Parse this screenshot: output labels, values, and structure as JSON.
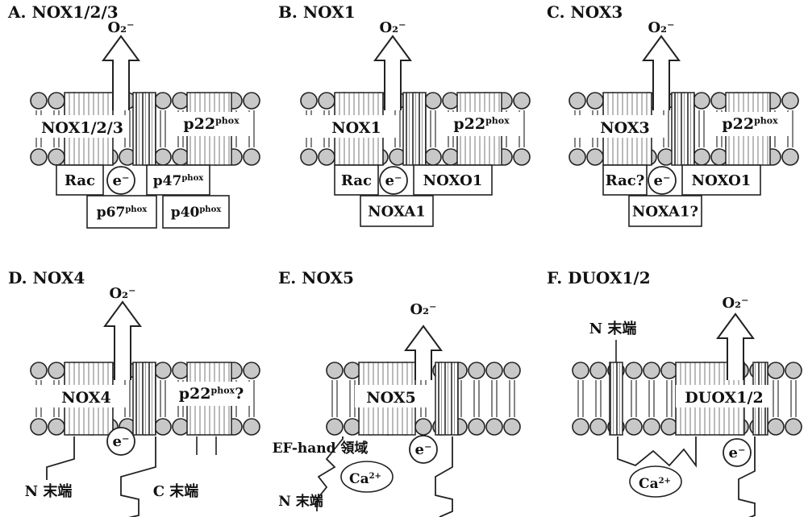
{
  "panels": [
    {
      "title": "A. NOX1/2/3",
      "product": "O₂⁻",
      "enzyme": "NOX1/2/3",
      "partner": "p22",
      "partner_sup": "phox",
      "partner_suffix": "",
      "boxes": {
        "rac": "Rac",
        "electron": "e⁻",
        "p47": "p47",
        "p47_sup": "phox",
        "p67": "p67",
        "p67_sup": "phox",
        "p40": "p40",
        "p40_sup": "phox"
      }
    },
    {
      "title": "B. NOX1",
      "product": "O₂⁻",
      "enzyme": "NOX1",
      "partner": "p22",
      "partner_sup": "phox",
      "partner_suffix": "",
      "boxes": {
        "rac": "Rac",
        "electron": "e⁻",
        "organizer": "NOXO1",
        "activator": "NOXA1"
      }
    },
    {
      "title": "C. NOX3",
      "product": "O₂⁻",
      "enzyme": "NOX3",
      "partner": "p22",
      "partner_sup": "phox",
      "partner_suffix": "",
      "boxes": {
        "rac": "Rac?",
        "electron": "e⁻",
        "organizer": "NOXO1",
        "activator": "NOXA1?"
      }
    },
    {
      "title": "D. NOX4",
      "product": "O₂⁻",
      "enzyme": "NOX4",
      "partner": "p22",
      "partner_sup": "phox",
      "partner_suffix": "?",
      "boxes": {
        "electron": "e⁻",
        "n_term": "N 末端",
        "c_term": "C 末端"
      }
    },
    {
      "title": "E. NOX5",
      "product": "O₂⁻",
      "enzyme": "NOX5",
      "boxes": {
        "electron": "e⁻",
        "ef_hand": "EF-hand 領域",
        "calcium": "Ca",
        "calcium_sup": "2+",
        "n_term": "N 末端"
      }
    },
    {
      "title": "F. DUOX1/2",
      "product": "O₂⁻",
      "enzyme": "DUOX1/2",
      "boxes": {
        "electron": "e⁻",
        "calcium": "Ca",
        "calcium_sup": "2+",
        "n_term": "N 末端"
      }
    }
  ]
}
